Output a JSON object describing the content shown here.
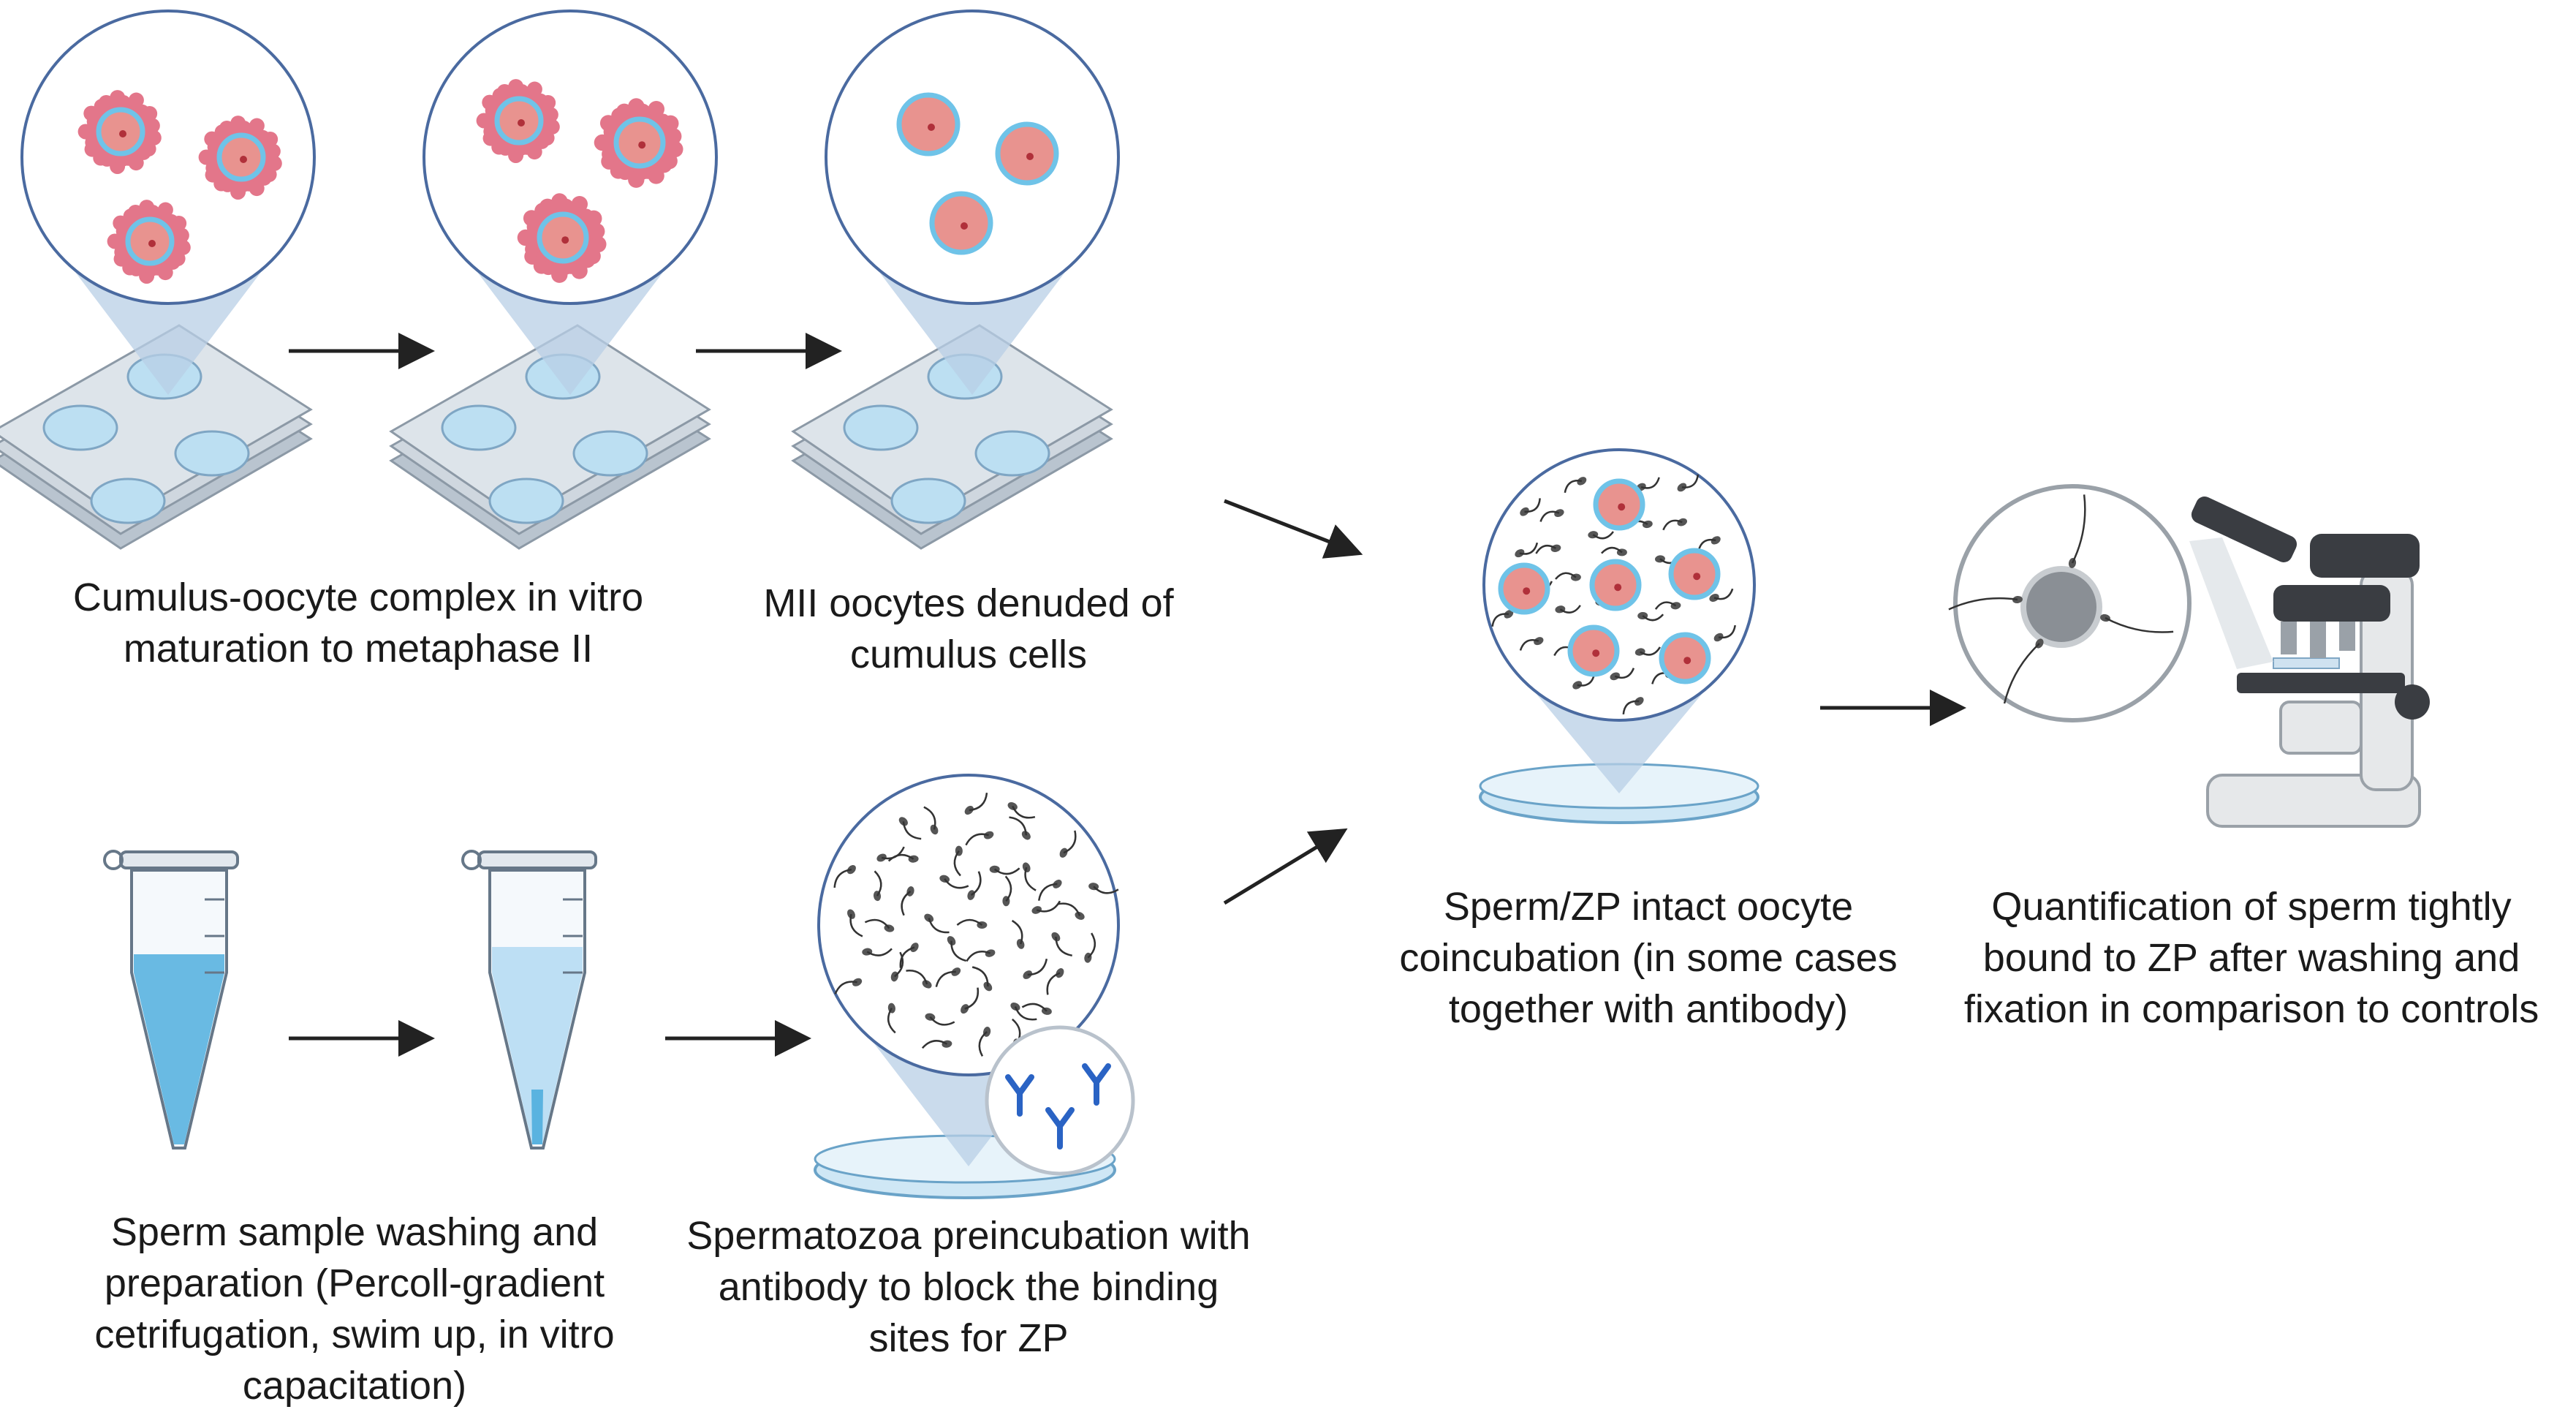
{
  "colors": {
    "circle_fill": "#ffffff",
    "circle_stroke": "#4a6aa0",
    "cone_fill": "#b8cfe6",
    "oocyte_fill": "#e8938f",
    "oocyte_ring": "#6fc3e8",
    "cumulus_fill": "#e3768a",
    "plate_top": "#dde4ea",
    "plate_side": "#b9c4cf",
    "well_fill": "#bcdff2",
    "tube_liquid": "#5ab3e0",
    "tube_liquid_light": "#b7dcf3",
    "dish_fill": "#cfe7f5",
    "antibody": "#2a63c4",
    "sperm": "#333333",
    "arrow": "#222222",
    "microscope_body": "#e6e8ea",
    "microscope_dark": "#3a3d42"
  },
  "captions": {
    "maturation": [
      "Cumulus-oocyte complex in vitro",
      "maturation to metaphase II"
    ],
    "denuded": [
      "MII oocytes denuded of",
      "cumulus cells"
    ],
    "coincubation": [
      "Sperm/ZP intact oocyte",
      "coincubation (in some cases",
      "together with antibody)"
    ],
    "quantification": [
      "Quantification of sperm tightly",
      "bound to ZP after washing and",
      "fixation in comparison to controls"
    ],
    "sperm_prep": [
      "Sperm sample washing and",
      "preparation (Percoll-gradient",
      "cetrifugation, swim up, in vitro",
      "capacitation)"
    ],
    "preincubation": [
      "Spermatozoa preincubation with",
      "antibody to block the binding",
      "sites for ZP"
    ]
  }
}
